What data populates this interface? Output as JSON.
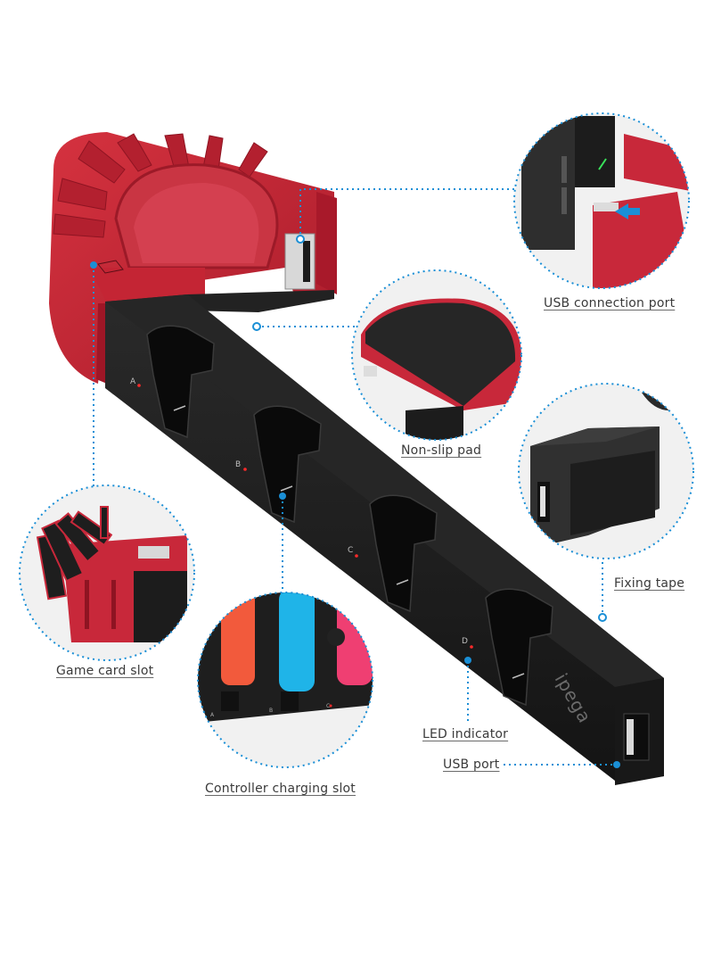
{
  "product": {
    "brand_logo": "ipega",
    "slot_letters": [
      "A",
      "B",
      "C",
      "D"
    ]
  },
  "callouts": [
    {
      "id": "usb-connection-port",
      "label": "USB connection port"
    },
    {
      "id": "non-slip-pad",
      "label": "Non-slip pad"
    },
    {
      "id": "fixing-tape",
      "label": "Fixing tape"
    },
    {
      "id": "game-card-slot",
      "label": "Game card slot"
    },
    {
      "id": "controller-charging-slot",
      "label": "Controller charging slot"
    },
    {
      "id": "led-indicator",
      "label": "LED indicator"
    },
    {
      "id": "usb-port",
      "label": "USB port"
    }
  ],
  "colors": {
    "base_red": "#c8283a",
    "bar_black": "#1c1c1c",
    "leader_blue": "#1a8fd6",
    "led_red": "#ff2a2a",
    "joycon_orange": "#f25a3c",
    "joycon_blue": "#1fb4e8",
    "joycon_pink": "#ef3f72"
  }
}
